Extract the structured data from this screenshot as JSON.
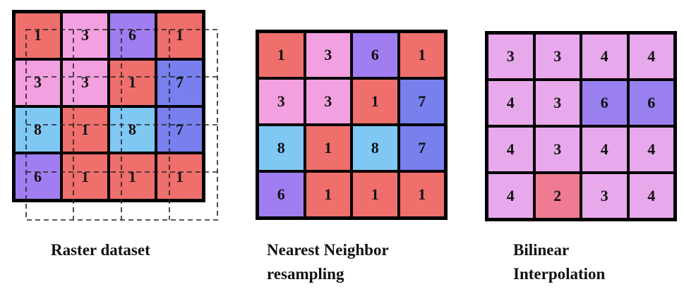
{
  "colors": {
    "1": "#ef6f6c",
    "2": "#ee7b92",
    "3": "#f2a0e0",
    "4": "#e8a8ec",
    "6": "#a07ef2",
    "6b": "#9a80ee",
    "7": "#7880ee",
    "8": "#7fc8f4",
    "grid_line": "#000000"
  },
  "panels": [
    {
      "caption": [
        "Raster dataset"
      ],
      "cells": [
        [
          "1",
          "3",
          "6",
          "1"
        ],
        [
          "3",
          "3",
          "1",
          "7"
        ],
        [
          "8",
          "1",
          "8",
          "7"
        ],
        [
          "6",
          "1",
          "1",
          "1"
        ]
      ],
      "color_keys": [
        [
          "1",
          "3",
          "6",
          "1"
        ],
        [
          "3",
          "3",
          "1",
          "7"
        ],
        [
          "8",
          "1",
          "8",
          "7"
        ],
        [
          "6",
          "1",
          "1",
          "1"
        ]
      ]
    },
    {
      "caption": [
        "Nearest Neighbor",
        "resampling"
      ],
      "cells": [
        [
          "1",
          "3",
          "6",
          "1"
        ],
        [
          "3",
          "3",
          "1",
          "7"
        ],
        [
          "8",
          "1",
          "8",
          "7"
        ],
        [
          "6",
          "1",
          "1",
          "1"
        ]
      ],
      "color_keys": [
        [
          "1",
          "3",
          "6",
          "1"
        ],
        [
          "3",
          "3",
          "1",
          "7"
        ],
        [
          "8",
          "1",
          "8",
          "7"
        ],
        [
          "6",
          "1",
          "1",
          "1"
        ]
      ]
    },
    {
      "caption": [
        "Bilinear",
        "Interpolation"
      ],
      "cells": [
        [
          "3",
          "3",
          "4",
          "4"
        ],
        [
          "4",
          "3",
          "6",
          "6"
        ],
        [
          "4",
          "3",
          "4",
          "4"
        ],
        [
          "4",
          "2",
          "3",
          "4"
        ]
      ],
      "color_keys": [
        [
          "4",
          "4",
          "4",
          "4"
        ],
        [
          "4",
          "4",
          "6b",
          "6b"
        ],
        [
          "4",
          "4",
          "4",
          "4"
        ],
        [
          "4",
          "2",
          "4",
          "4"
        ]
      ]
    }
  ]
}
